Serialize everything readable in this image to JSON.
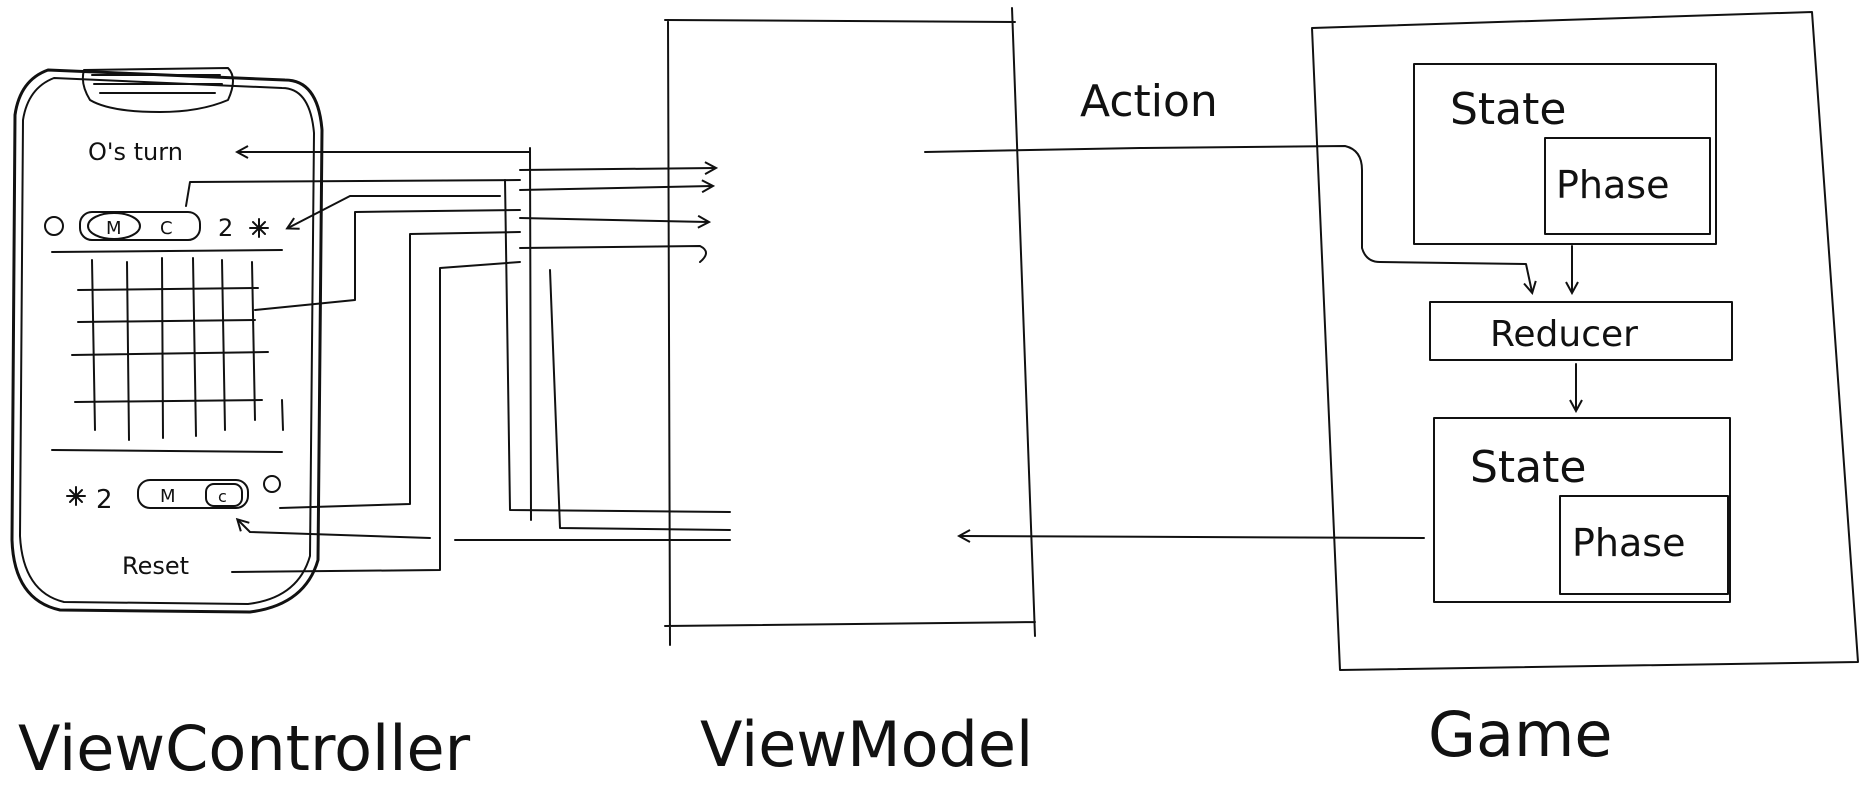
{
  "colors": {
    "ink": "#111111",
    "paper": "#ffffff"
  },
  "view_controller": {
    "title": "ViewController",
    "turn_label": "O's turn",
    "top_player": {
      "icon": "o-mark-icon",
      "mode_m": "M",
      "mode_c": "C",
      "score": "2",
      "score_icon": "sparkle-icon"
    },
    "bottom_player": {
      "score_icon": "sparkle-icon",
      "score": "2",
      "mode_m": "M",
      "mode_c": "c",
      "icon": "o-mark-icon"
    },
    "reset_label": "Reset"
  },
  "view_model": {
    "title": "ViewModel"
  },
  "game": {
    "title": "Game",
    "action_label": "Action",
    "state_top": {
      "label": "State",
      "phase_label": "Phase"
    },
    "reducer_label": "Reducer",
    "state_bottom": {
      "label": "State",
      "phase_label": "Phase"
    }
  }
}
